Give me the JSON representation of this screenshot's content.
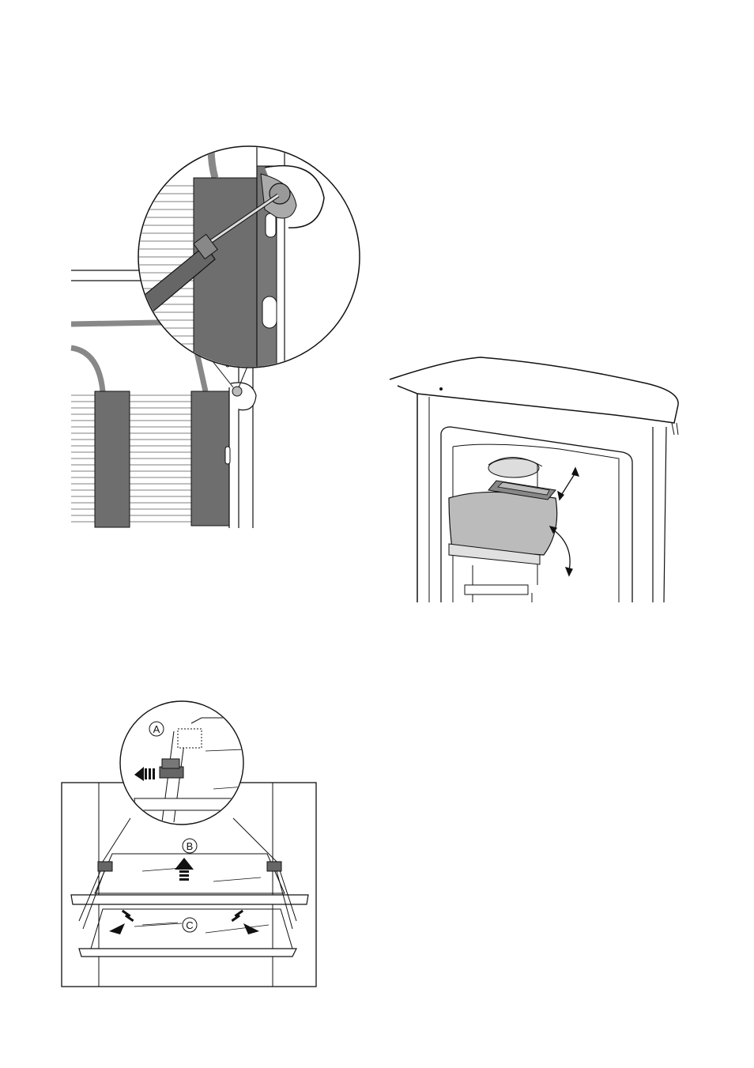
{
  "page": {
    "background": "#ffffff",
    "ink": "#111111",
    "dark_fill": "#6e6e6e",
    "light_fill": "#c8c8c8"
  },
  "figures": [
    {
      "id": "condenser-screw-illustration"
    },
    {
      "id": "freezer-door-flap-illustration"
    },
    {
      "id": "shelf-removal-illustration",
      "callouts": {
        "a": "A",
        "b": "B",
        "c": "C"
      }
    }
  ]
}
